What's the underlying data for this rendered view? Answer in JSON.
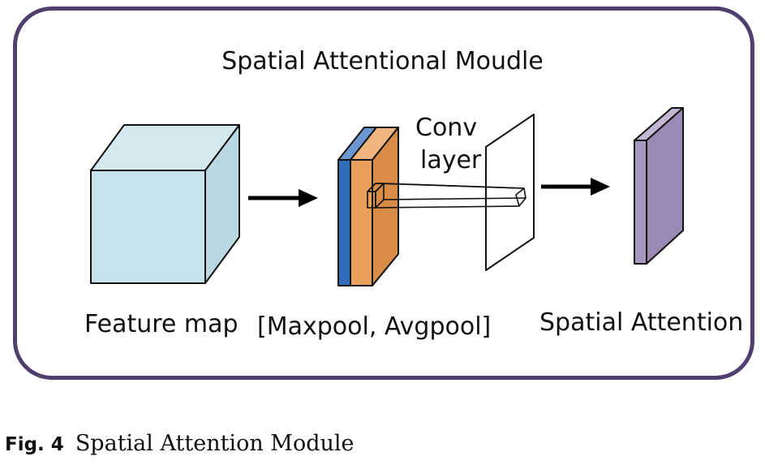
{
  "title": "Spatial Attentional Moudle",
  "conv_label": [
    "Conv",
    "layer"
  ],
  "stages": [
    {
      "label": "Feature map"
    },
    {
      "label": "[Maxpool, Avgpool]"
    },
    {
      "label": "Spatial Attention"
    }
  ],
  "caption": {
    "number": "Fig. 4",
    "text": "Spatial Attention Module"
  },
  "colors": {
    "border": "#4e3f6e",
    "feature_cube": "#c7e2ea",
    "maxpool_slice": "#2f6dbb",
    "avgpool_slice": "#e9a05c",
    "attention_map": "#a796bf"
  }
}
